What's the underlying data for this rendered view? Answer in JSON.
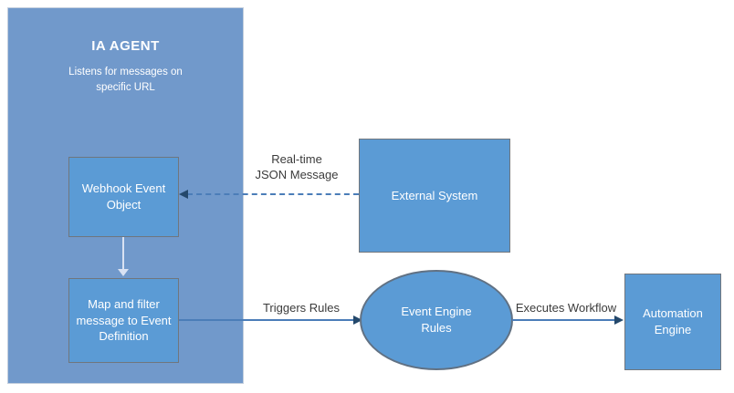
{
  "agent": {
    "title": "IA AGENT",
    "subtitle": "Listens for messages on\nspecific URL"
  },
  "nodes": {
    "webhook": {
      "label": "Webhook Event\nObject"
    },
    "map_filter": {
      "label": "Map and filter\nmessage to Event\nDefinition"
    },
    "external_system": {
      "label": "External System"
    },
    "event_engine": {
      "label": "Event Engine\nRules"
    },
    "automation_engine": {
      "label": "Automation\nEngine"
    }
  },
  "connectors": {
    "json_message": {
      "label": "Real-time\nJSON Message",
      "style": "dashed",
      "direction": "external-system-to-webhook"
    },
    "webhook_to_map": {
      "label": "",
      "style": "solid-light",
      "direction": "webhook-to-map-filter"
    },
    "triggers": {
      "label": "Triggers Rules",
      "style": "solid",
      "direction": "map-filter-to-event-engine"
    },
    "executes": {
      "label": "Executes Workflow",
      "style": "solid",
      "direction": "event-engine-to-automation-engine"
    }
  },
  "colors": {
    "agent_fill": "#7199CB",
    "node_fill": "#5B9BD5",
    "node_border": "#70767d",
    "ellipse_border": "#617183",
    "connector": "#4B7DB8",
    "arrowhead": "#24486B",
    "light_connector": "#D9E2F3",
    "label_text": "#3B3B3B",
    "node_text": "#FFFFFF",
    "background": "#FFFFFF"
  }
}
